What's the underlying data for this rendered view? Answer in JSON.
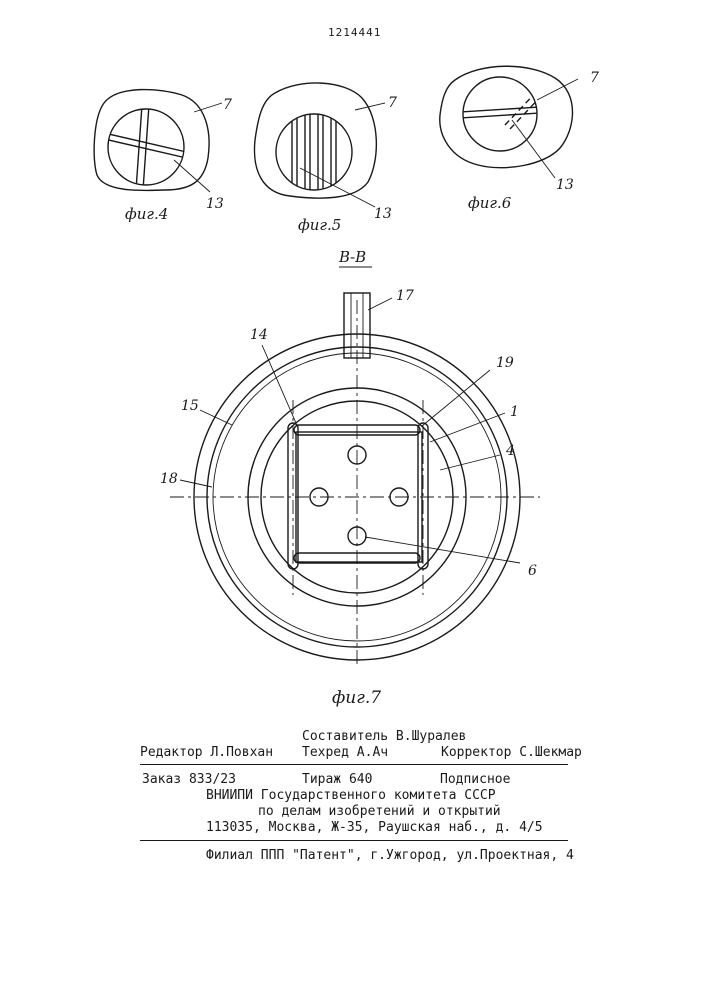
{
  "patent_number": "1214441",
  "figures": {
    "fig4": {
      "label": "фиг.4",
      "ref_a": "7",
      "ref_b": "13"
    },
    "fig5": {
      "label": "фиг.5",
      "ref_a": "7",
      "ref_b": "13"
    },
    "fig6": {
      "label": "фиг.6",
      "ref_a": "7",
      "ref_b": "13"
    },
    "fig7": {
      "section_label": "В-В",
      "label": "фиг.7",
      "refs": {
        "r17": "17",
        "r14": "14",
        "r19": "19",
        "r15": "15",
        "r1": "1",
        "r4": "4",
        "r18": "18",
        "r6": "6"
      }
    }
  },
  "colophon": {
    "compiler": "Составитель В.Шуралев",
    "editor": "Редактор Л.Повхан",
    "techred": "Техред А.Ач",
    "corrector": "Корректор С.Шекмар",
    "order": "Заказ 833/23",
    "circulation": "Тираж 640",
    "subscription": "Подписное",
    "org_line1": "ВНИИПИ Государственного комитета СССР",
    "org_line2": "по делам изобретений и открытий",
    "address": "113035, Москва, Ж-35, Раушская наб., д. 4/5",
    "branch": "Филиал ППП \"Патент\", г.Ужгород, ул.Проектная, 4"
  }
}
